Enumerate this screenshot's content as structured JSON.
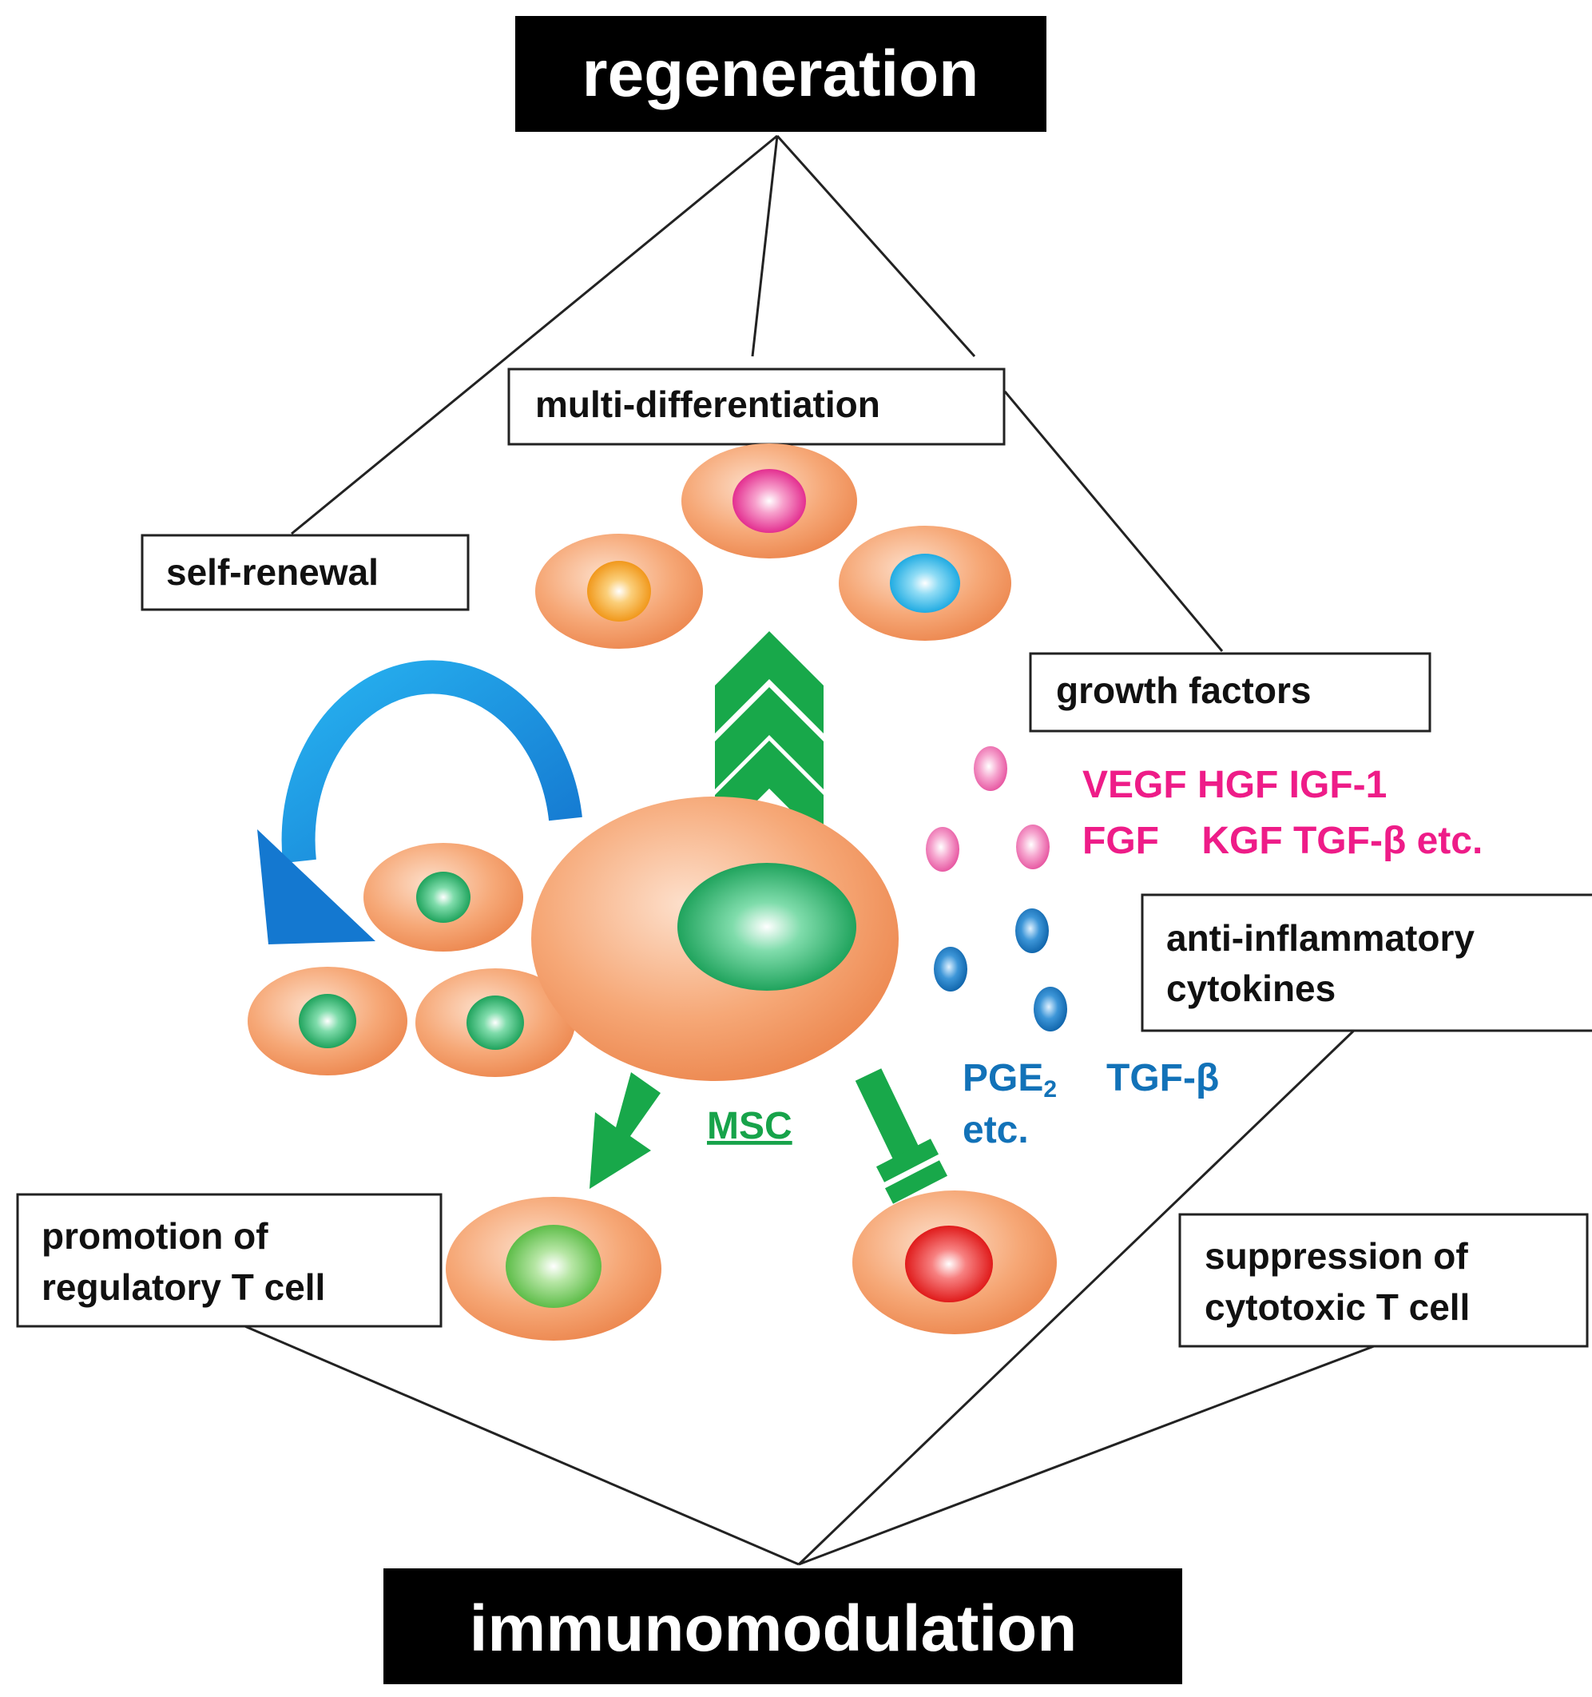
{
  "titles": {
    "top": "regeneration",
    "bottom": "immunomodulation"
  },
  "boxes": {
    "multi_differentiation": "multi-differentiation",
    "self_renewal": "self-renewal",
    "growth_factors": "growth factors",
    "anti_inflammatory": [
      "anti-inflammatory",
      "cytokines"
    ],
    "promotion": [
      "promotion of",
      "regulatory T cell"
    ],
    "suppression": [
      "suppression of",
      "cytotoxic T cell"
    ]
  },
  "growth_factor_list": [
    "VEGF HGF IGF-1",
    "FGF    KGF TGF-β etc."
  ],
  "cytokine_list": {
    "pge": "PGE",
    "pge_subscript": "2",
    "tgf": "TGF-β",
    "etc": "etc."
  },
  "msc_label": "MSC",
  "colors": {
    "cell_body": "#f2935c",
    "msc_nucleus": "#1fae62",
    "pink_factor": "#ee1c88",
    "blue_cytokine": "#1272b8",
    "green_arrow": "#18a84a",
    "blue_arrow": "#1ea7e8",
    "regulatory_nucleus": "#66c24a",
    "cytotoxic_nucleus": "#e01010",
    "diff_nucleus_pink": "#e8258f",
    "diff_nucleus_orange": "#f29a12",
    "diff_nucleus_cyan": "#14aee6"
  }
}
